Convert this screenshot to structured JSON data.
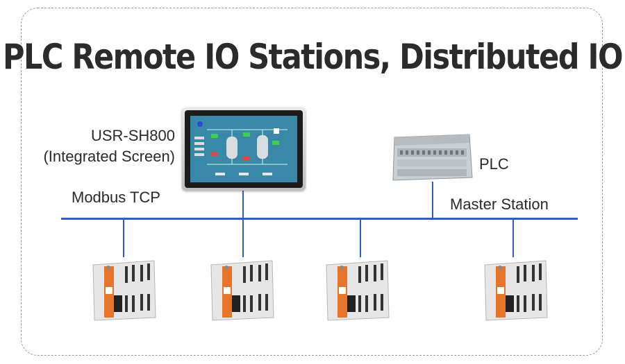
{
  "title": "PLC Remote IO Stations, Distributed IO",
  "labels": {
    "screen_line1": "USR-SH800",
    "screen_line2": "(Integrated Screen)",
    "modbus": "Modbus TCP",
    "plc": "PLC",
    "master": "Master Station"
  },
  "colors": {
    "bus": "#2f5fc2",
    "io_accent": "#e8742a",
    "device_body": "#e6e6e6"
  },
  "nodes": [
    "hmi-screen",
    "plc",
    "io-station",
    "io-station",
    "io-station",
    "io-station"
  ]
}
